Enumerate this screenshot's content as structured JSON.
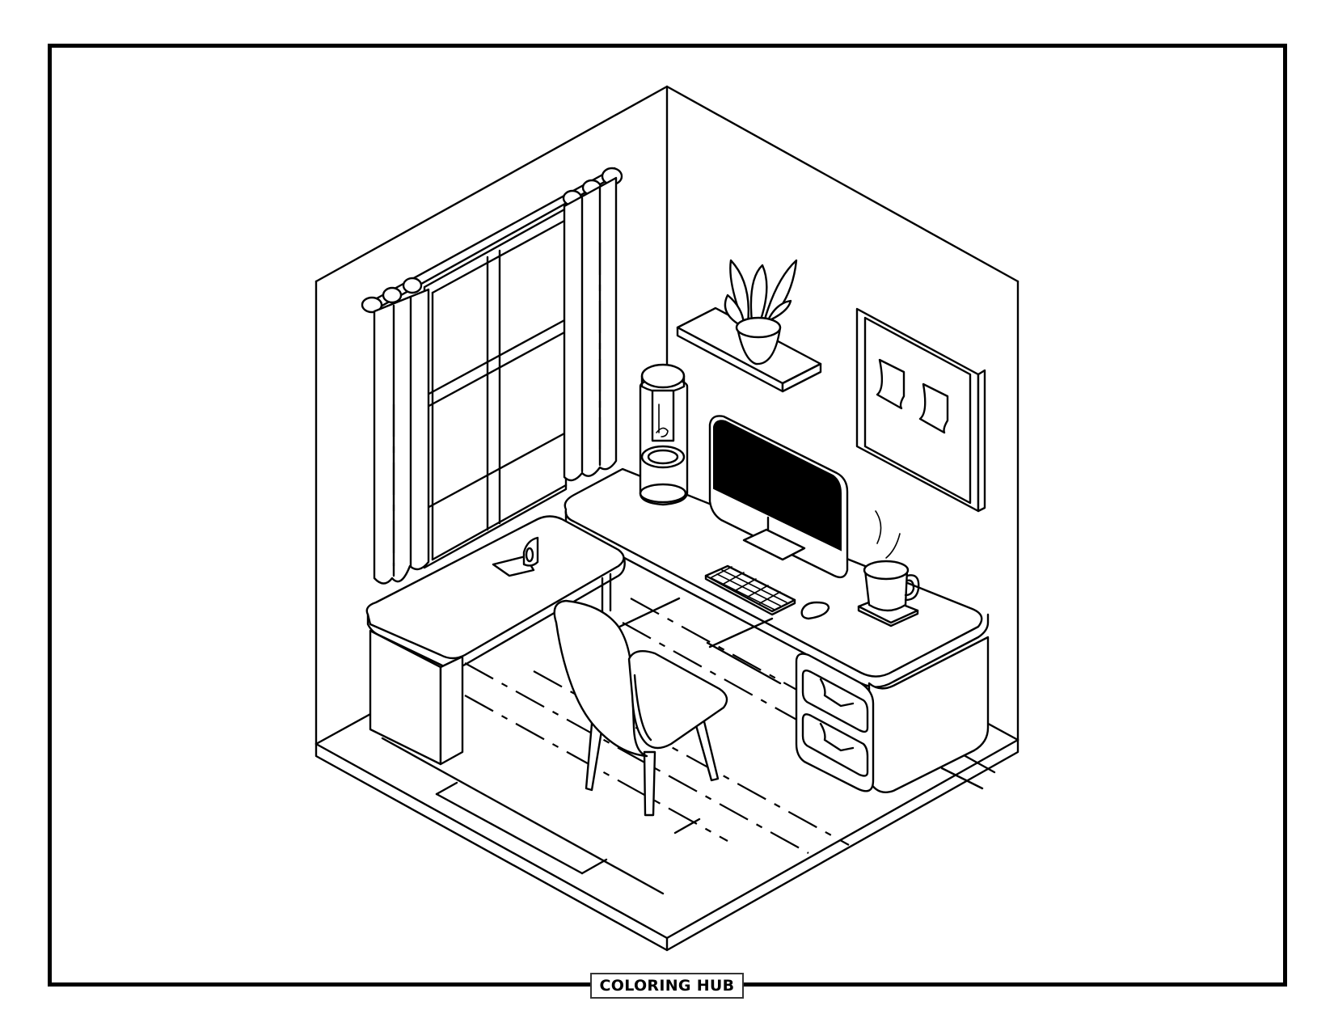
{
  "page": {
    "title": "Isometric home office coloring page",
    "style": "black line art on white"
  },
  "brand": {
    "label": "COLORING HUB"
  },
  "scene": {
    "room": "isometric room corner",
    "objects": [
      {
        "name": "window",
        "detail": "four-pane window"
      },
      {
        "name": "curtains",
        "detail": "two curtain panels on rod with rings"
      },
      {
        "name": "floating-shelf",
        "detail": "wall shelf with potted plant"
      },
      {
        "name": "potted-plant",
        "detail": "leafy plant in pot"
      },
      {
        "name": "bulletin-board",
        "detail": "framed board with two sticky notes"
      },
      {
        "name": "lava-lamp",
        "detail": "cylindrical lamp on desk"
      },
      {
        "name": "monitor",
        "detail": "desktop monitor with black screen"
      },
      {
        "name": "keyboard",
        "detail": "keyboard with keys"
      },
      {
        "name": "mouse",
        "detail": "computer mouse"
      },
      {
        "name": "coffee-mug",
        "detail": "steaming mug on coaster"
      },
      {
        "name": "l-shaped-desk",
        "detail": "corner desk with drawers"
      },
      {
        "name": "desk-drawers",
        "detail": "two drawers"
      },
      {
        "name": "chair",
        "detail": "shell chair with four legs"
      },
      {
        "name": "small-device",
        "detail": "small gadget on side desk"
      },
      {
        "name": "wood-floor",
        "detail": "plank floor"
      }
    ]
  },
  "colors": {
    "ink": "#000000",
    "paper": "#ffffff"
  }
}
